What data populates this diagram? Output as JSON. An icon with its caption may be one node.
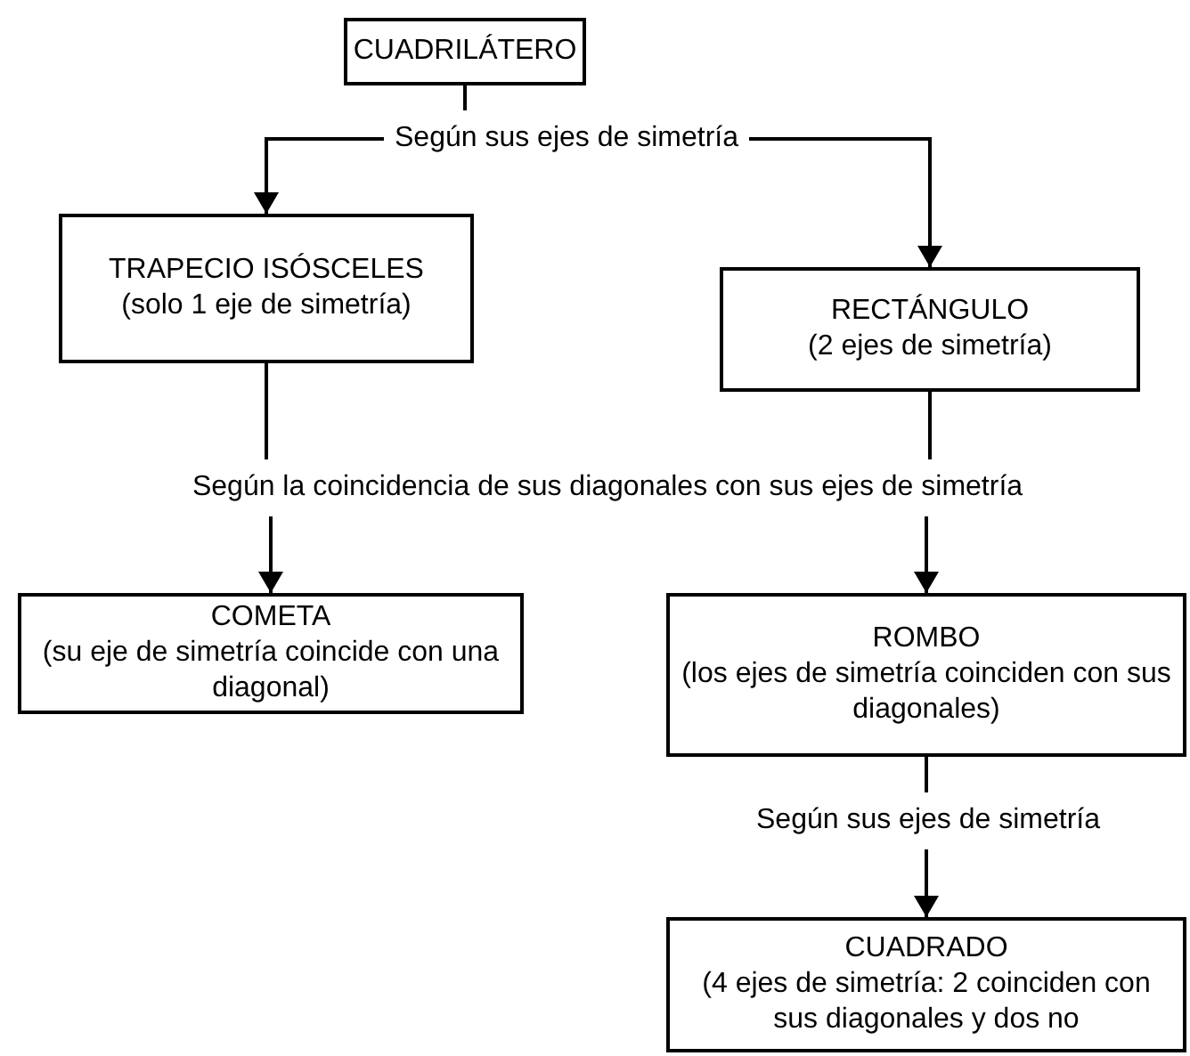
{
  "diagram": {
    "nodes": [
      {
        "text": [
          "CUADRILÁTERO"
        ]
      },
      {
        "text": [
          "Según sus ejes de simetría"
        ]
      },
      {
        "text": [
          "TRAPECIO ISÓSCELES",
          "(solo 1 eje de simetría)"
        ]
      },
      {
        "text": [
          "RECTÁNGULO",
          "(2 ejes de simetría)"
        ]
      },
      {
        "text": [
          "Según la coincidencia de sus diagonales con sus ejes de simetría"
        ]
      },
      {
        "text": [
          "COMETA",
          "(su eje de simetría coincide con una diagonal)"
        ]
      },
      {
        "text": [
          "ROMBO",
          "(los ejes de simetría coinciden con sus diagonales)"
        ]
      },
      {
        "text": [
          "Según sus ejes de simetría"
        ]
      },
      {
        "text": [
          "CUADRADO",
          "(4 ejes de simetría: 2 coinciden con sus diagonales y dos no"
        ]
      }
    ],
    "edges": [
      {
        "from": 0,
        "to": 1,
        "arrow": "none"
      },
      {
        "from": 1,
        "to": 2,
        "arrow": "to"
      },
      {
        "from": 1,
        "to": 3,
        "arrow": "to"
      },
      {
        "from": 2,
        "to": 4,
        "arrow": "none"
      },
      {
        "from": 3,
        "to": 4,
        "arrow": "none"
      },
      {
        "from": 4,
        "to": 5,
        "arrow": "to"
      },
      {
        "from": 4,
        "to": 6,
        "arrow": "to"
      },
      {
        "from": 6,
        "to": 7,
        "arrow": "none"
      },
      {
        "from": 7,
        "to": 8,
        "arrow": "to"
      }
    ]
  }
}
